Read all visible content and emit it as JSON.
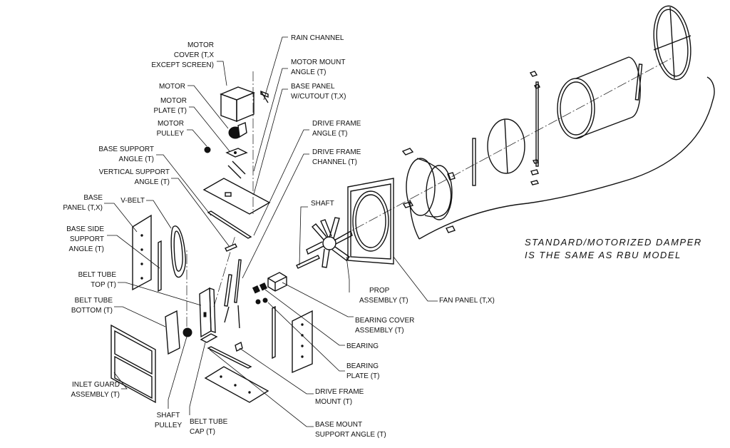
{
  "labels": {
    "rain_channel": [
      "RAIN CHANNEL"
    ],
    "motor_cover": [
      "MOTOR",
      "COVER (T,X",
      "EXCEPT SCREEN)"
    ],
    "motor_mount_angle": [
      "MOTOR MOUNT",
      "ANGLE (T)"
    ],
    "motor": [
      "MOTOR"
    ],
    "base_panel_cutout": [
      "BASE PANEL",
      "W/CUTOUT (T,X)"
    ],
    "motor_plate": [
      "MOTOR",
      "PLATE (T)"
    ],
    "motor_pulley": [
      "MOTOR",
      "PULLEY"
    ],
    "drive_frame_angle": [
      "DRIVE FRAME",
      "ANGLE (T)"
    ],
    "base_support_angle": [
      "BASE SUPPORT",
      "ANGLE (T)"
    ],
    "drive_frame_channel": [
      "DRIVE FRAME",
      "CHANNEL (T)"
    ],
    "vertical_support_angle": [
      "VERTICAL SUPPORT",
      "ANGLE (T)"
    ],
    "shaft": [
      "SHAFT"
    ],
    "base_panel": [
      "BASE",
      "PANEL (T,X)"
    ],
    "v_belt": [
      "V-BELT"
    ],
    "base_side_support_angle": [
      "BASE SIDE",
      "SUPPORT",
      "ANGLE (T)"
    ],
    "belt_tube_top": [
      "BELT TUBE",
      "TOP (T)"
    ],
    "belt_tube_bottom": [
      "BELT TUBE",
      "BOTTOM (T)"
    ],
    "prop_assembly": [
      "PROP",
      "ASSEMBLY (T)"
    ],
    "fan_panel": [
      "FAN PANEL (T,X)"
    ],
    "bearing_cover_assembly": [
      "BEARING COVER",
      "ASSEMBLY (T)"
    ],
    "bearing": [
      "BEARING"
    ],
    "bearing_plate": [
      "BEARING",
      "PLATE (T)"
    ],
    "drive_frame_mount": [
      "DRIVE FRAME",
      "MOUNT (T)"
    ],
    "inlet_guard_assembly": [
      "INLET GUARD",
      "ASSEMBLY (T)"
    ],
    "shaft_pulley": [
      "SHAFT",
      "PULLEY"
    ],
    "belt_tube_cap": [
      "BELT TUBE",
      "CAP (T)"
    ],
    "base_mount_support_angle": [
      "BASE MOUNT",
      "SUPPORT ANGLE (T)"
    ]
  },
  "damper_note": [
    "STANDARD/MOTORIZED DAMPER",
    "IS THE SAME AS RBU MODEL"
  ]
}
